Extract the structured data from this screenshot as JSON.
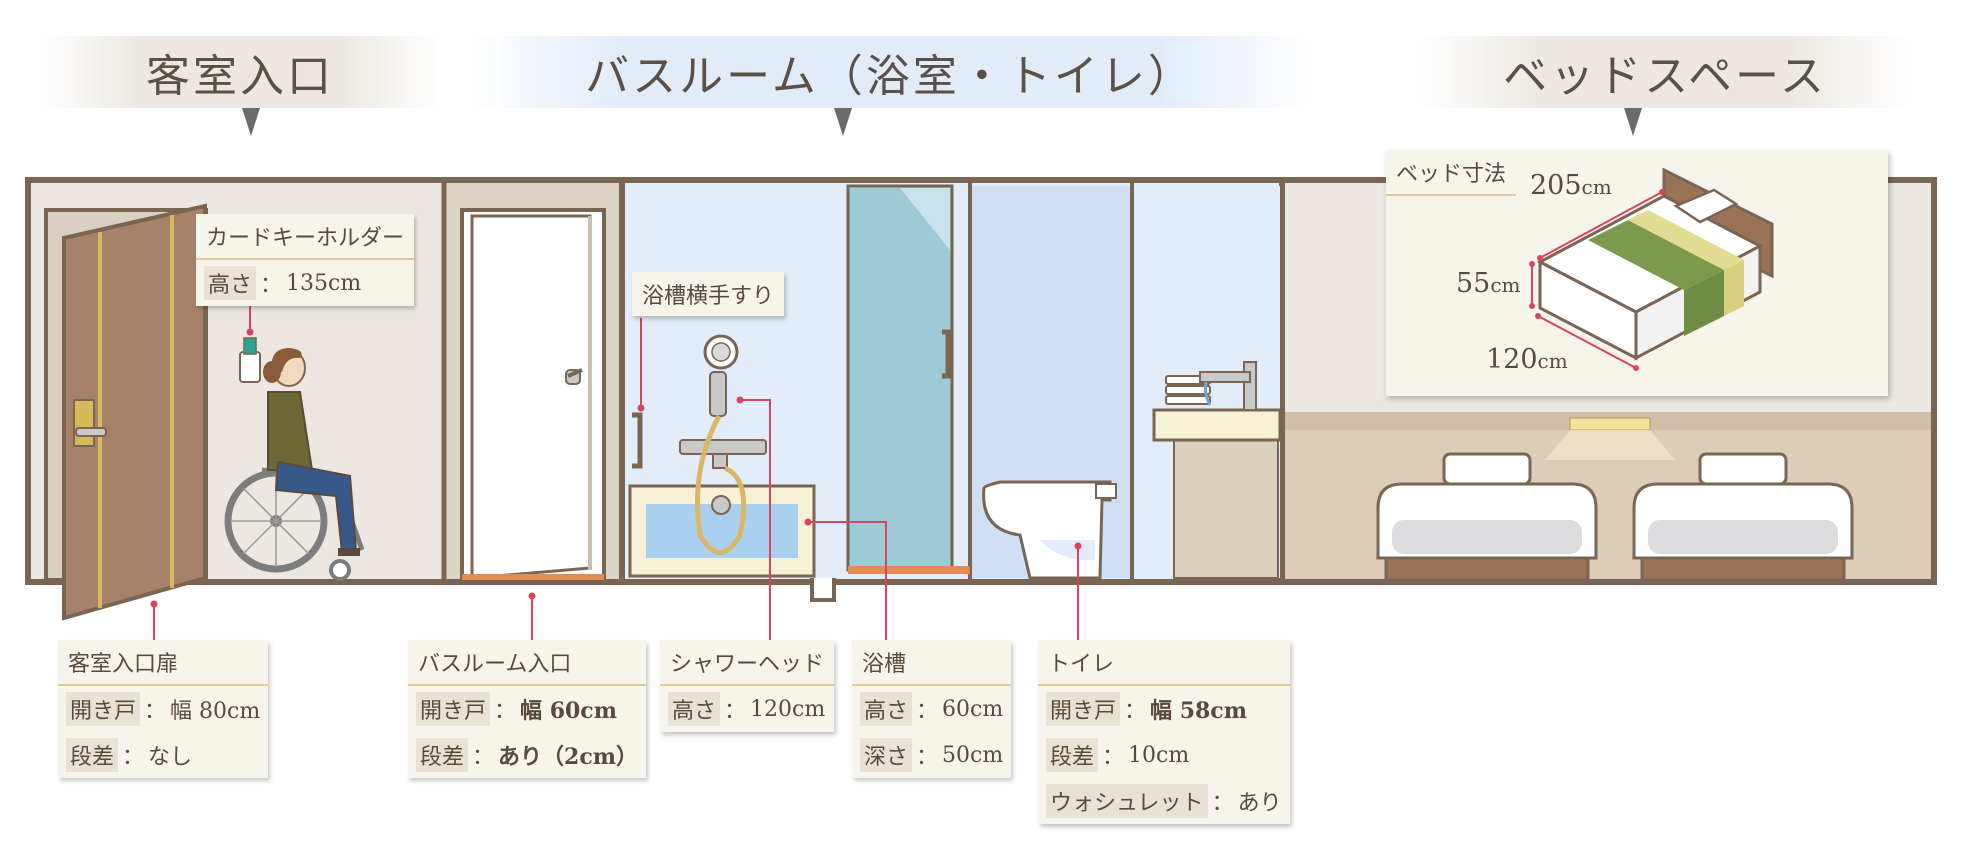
{
  "sections": {
    "entrance": "客室入口",
    "bathroom": "バスルーム（浴室・トイレ）",
    "bed_space": "ベッドスペース"
  },
  "callouts": {
    "card_key": {
      "title": "カードキーホルダー",
      "rows": [
        {
          "label": "高さ",
          "value": "135cm"
        }
      ]
    },
    "bath_rail": {
      "title": "浴槽横手すり"
    },
    "room_door": {
      "title": "客室入口扉",
      "rows": [
        {
          "label": "開き戸",
          "value": "幅 80cm"
        },
        {
          "label": "段差",
          "value": "なし"
        }
      ]
    },
    "bath_entrance": {
      "title": "バスルーム入口",
      "rows": [
        {
          "label": "開き戸",
          "value": "幅 60cm"
        },
        {
          "label": "段差",
          "value": "あり（2cm）"
        }
      ]
    },
    "shower_head": {
      "title": "シャワーヘッド",
      "rows": [
        {
          "label": "高さ",
          "value": "120cm"
        }
      ]
    },
    "bathtub": {
      "title": "浴槽",
      "rows": [
        {
          "label": "高さ",
          "value": "60cm"
        },
        {
          "label": "深さ",
          "value": "50cm"
        }
      ]
    },
    "toilet": {
      "title": "トイレ",
      "rows": [
        {
          "label": "開き戸",
          "value": "幅 58cm"
        },
        {
          "label": "段差",
          "value": "10cm"
        },
        {
          "label": "ウォシュレット",
          "value": "あり"
        }
      ]
    }
  },
  "bed_dimensions": {
    "title": "ベッド寸法",
    "length_value": "205",
    "length_unit": "cm",
    "height_value": "55",
    "height_unit": "cm",
    "width_value": "120",
    "width_unit": "cm"
  },
  "separator": "：",
  "colors": {
    "wall": "#7a6552",
    "bathroom_bg": "#e3ecf9",
    "entrance_bg": "#ece8e1",
    "label_bg": "#f7f4eb",
    "leader_line": "#d9445f",
    "accent_underline": "#e2c98f"
  }
}
